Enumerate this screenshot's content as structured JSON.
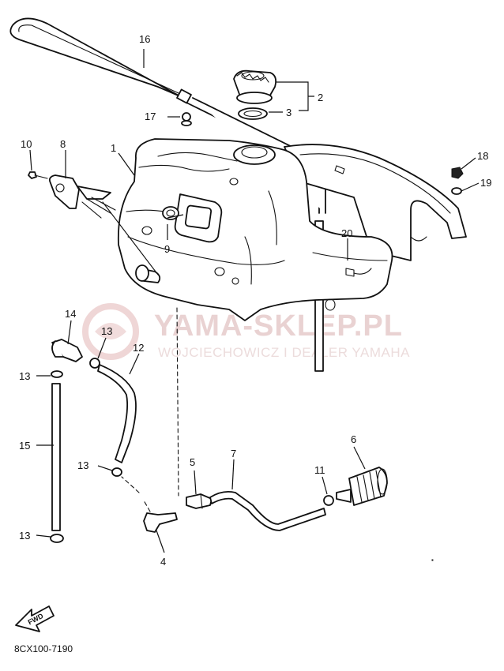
{
  "watermark": {
    "main": "YAMA-SKLEP.PL",
    "sub": "WOJCIECHOWICZ I DEALER YAMAHA"
  },
  "diagram_code": "8CX100-7190",
  "fwd_label": "FWD",
  "callouts": {
    "c1": "1",
    "c2": "2",
    "c3": "3",
    "c4": "4",
    "c5": "5",
    "c6": "6",
    "c7": "7",
    "c8": "8",
    "c9": "9",
    "c10": "10",
    "c11": "11",
    "c12": "12",
    "c13a": "13",
    "c13b": "13",
    "c13c": "13",
    "c13d": "13",
    "c14": "14",
    "c15": "15",
    "c16": "16",
    "c17": "17",
    "c18": "18",
    "c19": "19",
    "c20": "20"
  }
}
